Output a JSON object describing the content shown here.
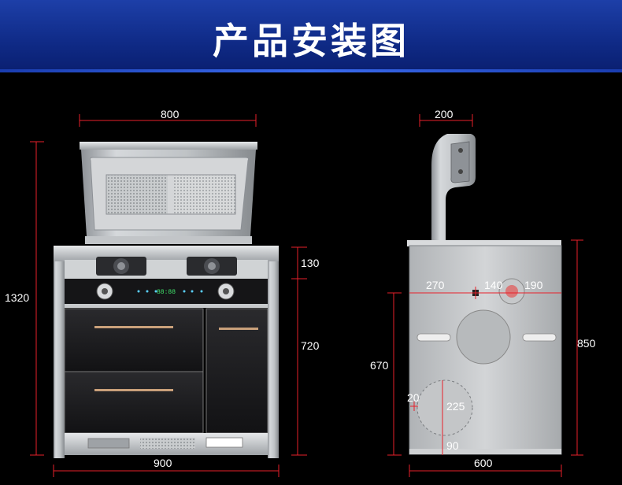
{
  "title": "产品安装图",
  "front_view": {
    "width_top": "800",
    "height_total": "1320",
    "backsplash_height": "130",
    "cabinet_height": "720",
    "width_bottom": "900",
    "display_text": "88:88"
  },
  "side_view": {
    "depth_top": "200",
    "offset_left": "270",
    "hole_dia": "140",
    "offset_right": "190",
    "height_left": "670",
    "height_right": "850",
    "small_dim": "20",
    "hole_height": "225",
    "bottom_dim": "90",
    "width_bottom": "600"
  },
  "colors": {
    "banner": "#12309a",
    "dim_line": "#e8202a",
    "steel": "#b9bcc0",
    "panel_black": "#1a1a1c"
  }
}
